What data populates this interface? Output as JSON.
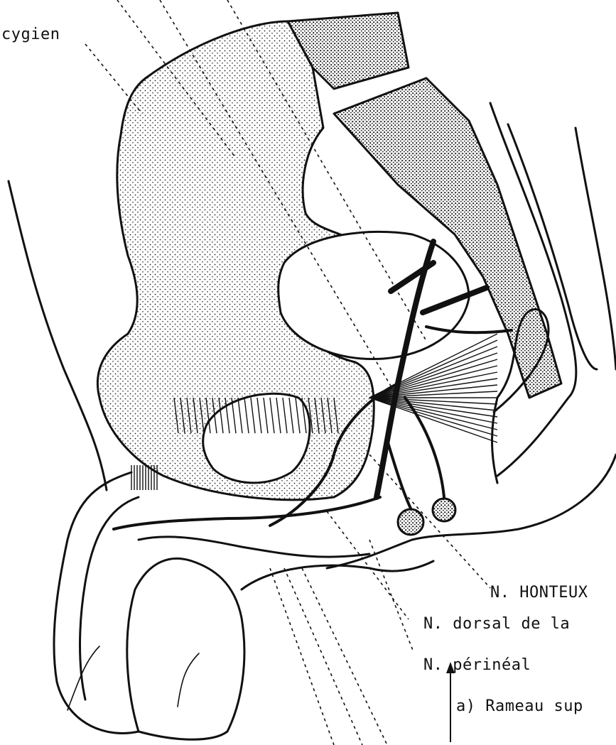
{
  "labels": {
    "coccygien": "cygien",
    "honteux": "N. HONTEUX",
    "dorsal": "N. dorsal de la",
    "perineal": "N. périnéal",
    "rameau": "a) Rameau sup"
  }
}
